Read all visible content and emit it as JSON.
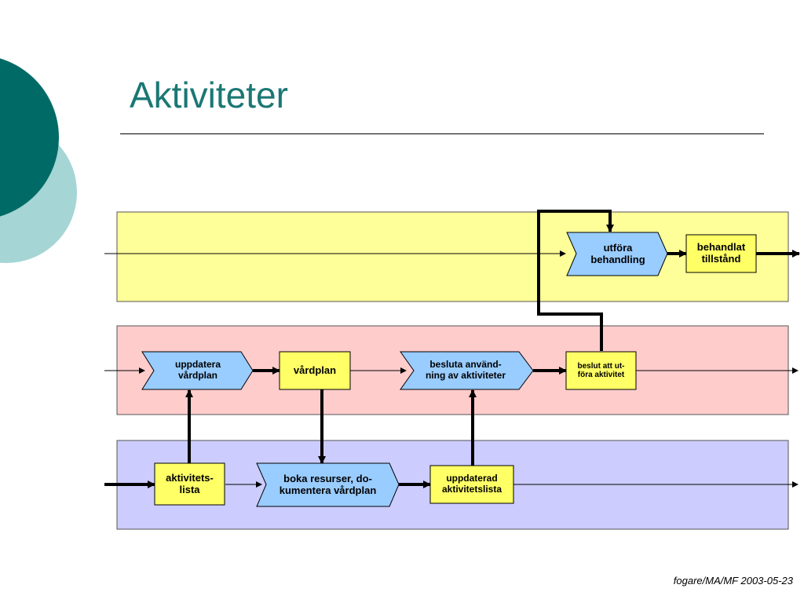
{
  "slide": {
    "title": "Aktiviteter",
    "footer": "fogare/MA/MF 2003-05-23"
  },
  "colors": {
    "title": "#1b7774",
    "circle_dark": "#006b66",
    "circle_light": "#a6d5d5",
    "lane_top": "#ffff99",
    "lane_middle": "#ffcccc",
    "lane_bottom": "#ccccff",
    "process_fill": "#99ccff",
    "state_fill": "#ffff66"
  },
  "nodes": {
    "utfora_behandling": "utföra\nbehandling",
    "behandlat_tillstand": "behandlat\ntillstånd",
    "uppdatera_vardplan": "uppdatera\nvårdplan",
    "vardplan": "vårdplan",
    "besluta_anvandning": "besluta använd-\nning av aktiviteter",
    "beslut_utfora": "beslut att ut-\nföra aktivitet",
    "aktivitetslista": "aktivitets-\nlista",
    "boka_resurser": "boka resurser, do-\nkumentera vårdplan",
    "uppdaterad_aktivitetslista": "uppdaterad\naktivitetslista"
  }
}
